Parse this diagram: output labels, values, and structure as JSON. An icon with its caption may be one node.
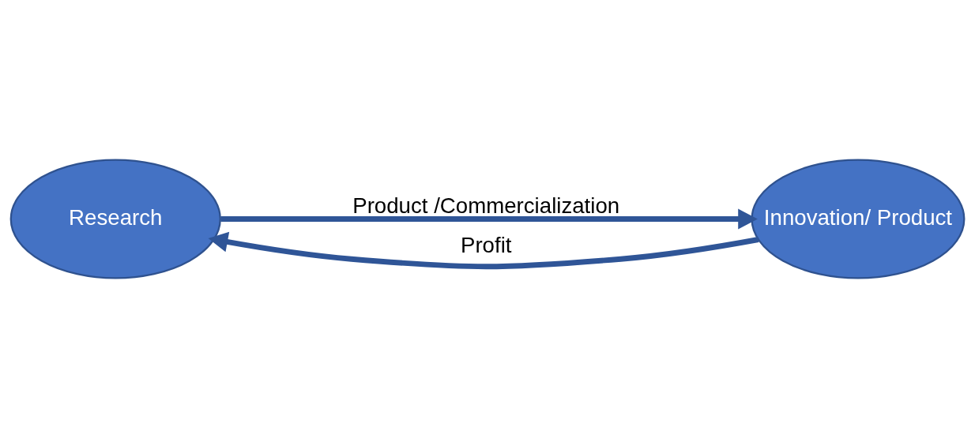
{
  "diagram": {
    "nodes": [
      {
        "text": [
          "Research"
        ]
      },
      {
        "text": [
          "Innovation/ Product"
        ]
      }
    ],
    "edges": [
      {
        "from": 0,
        "to": 1,
        "arrow": "to",
        "label": "Product /Commercialization"
      },
      {
        "from": 1,
        "to": 0,
        "arrow": "to",
        "label": "Profit"
      }
    ]
  }
}
